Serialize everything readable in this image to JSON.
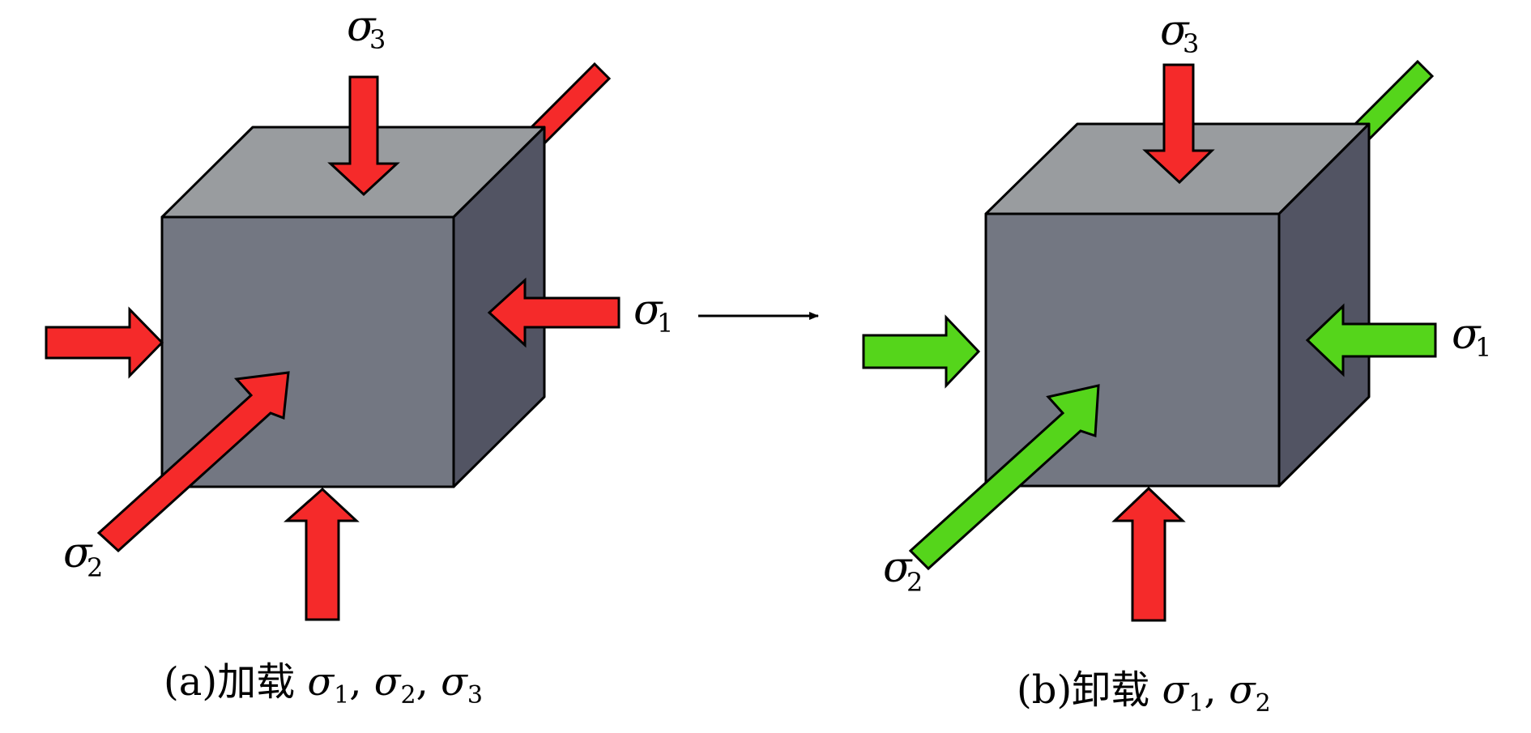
{
  "colors": {
    "loaded": "#f52a2a",
    "unloaded": "#55d51b",
    "cube_front": "#737782",
    "cube_top": "#999c9f",
    "cube_side": "#525463"
  },
  "panel_a": {
    "caption": {
      "prefix": "(a)加载 ",
      "sym1": "σ",
      "sub1": "1",
      "sep1": ", ",
      "sym2": "σ",
      "sub2": "2",
      "sep2": ", ",
      "sym3": "σ",
      "sub3": "3"
    },
    "labels": {
      "s3": {
        "sym": "σ",
        "sub": "3"
      },
      "s1": {
        "sym": "σ",
        "sub": "1"
      },
      "s2": {
        "sym": "σ",
        "sub": "2"
      }
    },
    "arrows": {
      "sigma3": "loaded",
      "sigma1": "loaded",
      "sigma2": "loaded"
    }
  },
  "panel_b": {
    "caption": {
      "prefix": "(b)卸载 ",
      "sym1": "σ",
      "sub1": "1",
      "sep1": ", ",
      "sym2": "σ",
      "sub2": "2"
    },
    "labels": {
      "s3": {
        "sym": "σ",
        "sub": "3"
      },
      "s1": {
        "sym": "σ",
        "sub": "1"
      },
      "s2": {
        "sym": "σ",
        "sub": "2"
      }
    },
    "arrows": {
      "sigma3": "loaded",
      "sigma1": "unloaded",
      "sigma2": "unloaded"
    }
  }
}
